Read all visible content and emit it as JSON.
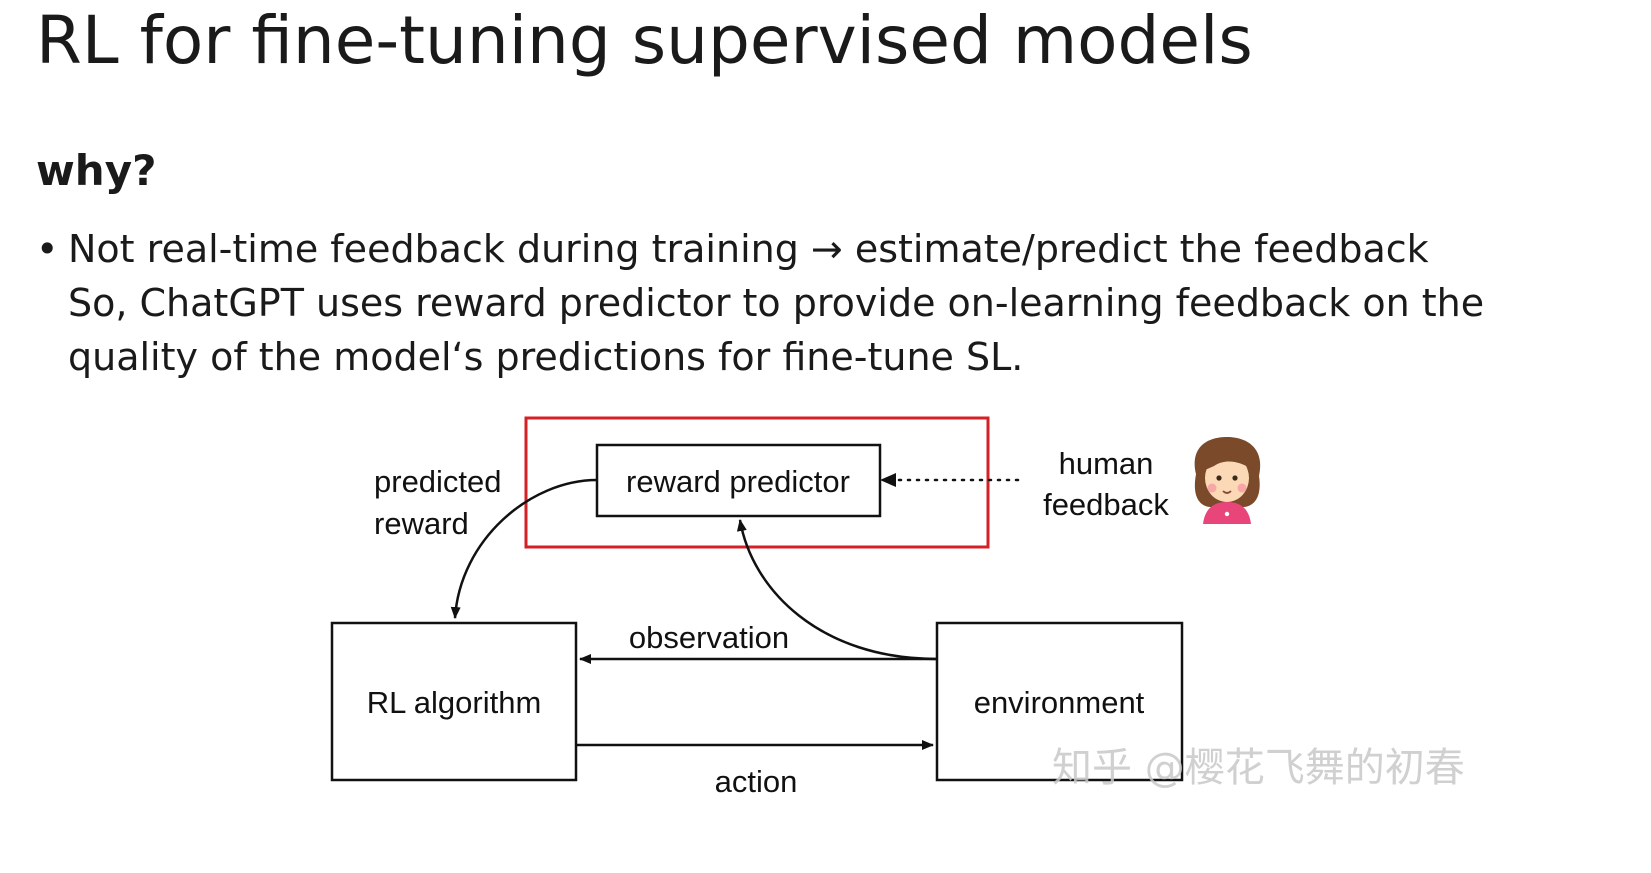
{
  "slide": {
    "title": "RL for fine-tuning supervised models",
    "subtitle": "why?",
    "bullet": "•",
    "bullet_lines": [
      "Not real-time feedback during training → estimate/predict the feedback",
      "So, ChatGPT uses reward predictor to provide on-learning feedback on the",
      "quality of the model‘s predictions for fine-tune SL."
    ]
  },
  "diagram": {
    "nodes": {
      "reward_predictor": "reward predictor",
      "rl_algorithm": "RL algorithm",
      "environment": "environment"
    },
    "labels": {
      "predicted_reward_line1": "predicted",
      "predicted_reward_line2": "reward",
      "human_feedback_line1": "human",
      "human_feedback_line2": "feedback",
      "observation": "observation",
      "action": "action"
    },
    "icons": {
      "human": "woman-avatar-icon"
    },
    "colors": {
      "highlight_box": "#d42027",
      "avatar_hair": "#7a4a2a",
      "avatar_skin": "#fcd9b6",
      "avatar_shirt": "#e8457a"
    }
  },
  "watermark": {
    "text": "知乎 @樱花飞舞的初春"
  }
}
